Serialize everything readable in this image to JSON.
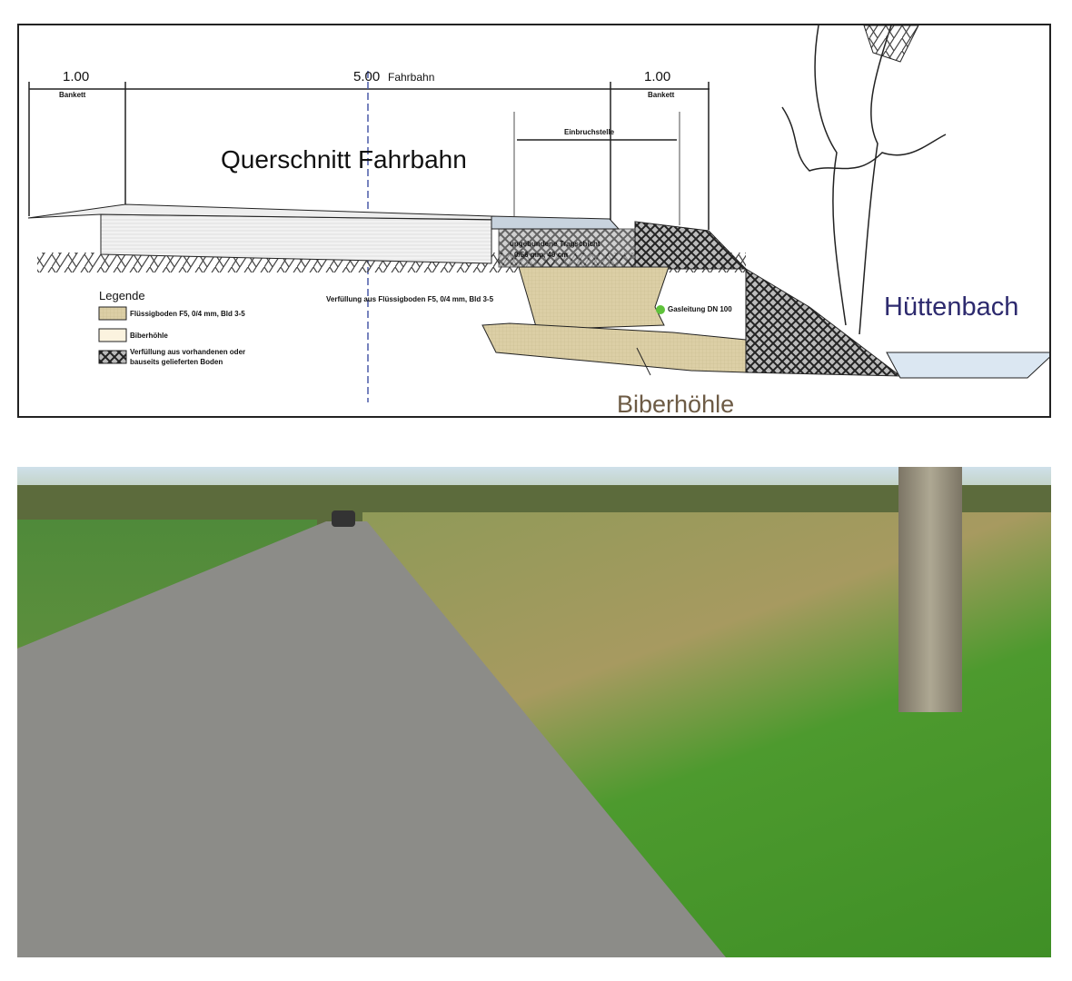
{
  "diagram": {
    "title": "Querschnitt Fahrbahn",
    "dim_left": "1.00",
    "dim_left_label": "Bankett",
    "dim_center": "5.00",
    "dim_center_label": "Fahrbahn",
    "dim_right": "1.00",
    "dim_right_label": "Bankett",
    "einbruch": "Einbruchstelle",
    "tragschicht_1": "ungebundene Tragschicht",
    "tragschicht_2": "0/56 mm, 40 cm",
    "verfuellung": "Verfüllung aus Flüssigboden F5, 0/4 mm, Bld 3-5",
    "gasleitung": "Gasleitung DN 100",
    "huettenbach": "Hüttenbach",
    "biberhoehle": "Biberhöhle",
    "legend": {
      "title": "Legende",
      "items": [
        {
          "label": "Flüssigboden F5, 0/4 mm, Bld 3-5"
        },
        {
          "label": "Biberhöhle"
        },
        {
          "label": "Verfüllung aus vorhandenen oder",
          "label2": "bauseits gelieferten Boden"
        }
      ]
    },
    "colors": {
      "fill": "#dccfa6",
      "water": "#dbe7f2",
      "accent": "#2d2a6e",
      "gas": "#5fc23b"
    }
  }
}
